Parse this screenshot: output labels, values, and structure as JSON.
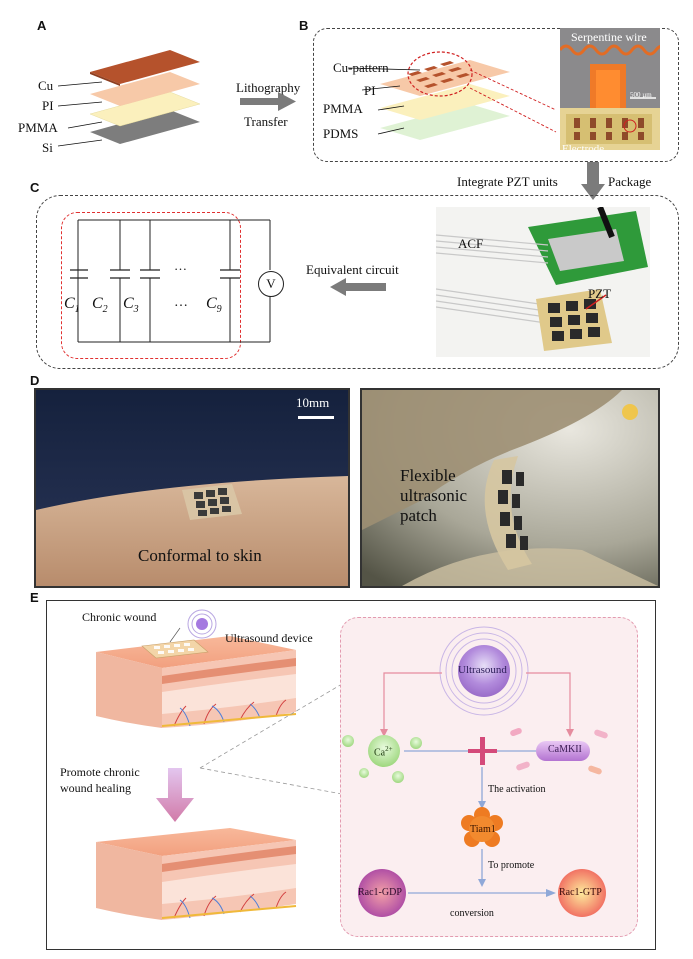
{
  "panels": {
    "a": {
      "letter": "A",
      "layers": [
        "Cu",
        "PI",
        "PMMA",
        "Si"
      ],
      "arrow_top": "Lithography",
      "arrow_bottom": "Transfer"
    },
    "b": {
      "letter": "B",
      "layers": [
        "Cu-pattern",
        "PI",
        "PMMA",
        "PDMS"
      ],
      "serpentine": "Serpentine wire",
      "scale": "500 µm",
      "electrode": "Electrode"
    },
    "step": {
      "integrate": "Integrate PZT units",
      "package": "Package"
    },
    "c": {
      "letter": "C",
      "equivalent": "Equivalent circuit",
      "voltmeter": "V",
      "acf": "ACF",
      "pzt": "PZT",
      "dots": "…",
      "caps": [
        "C",
        "C",
        "C",
        "…",
        "C"
      ],
      "cap_subs": [
        "1",
        "2",
        "3",
        "",
        "9"
      ]
    },
    "d": {
      "letter": "D",
      "scale": "10mm",
      "caption1": "Conformal to skin",
      "caption2_lines": [
        "Flexible",
        "ultrasonic",
        "patch"
      ]
    },
    "e": {
      "letter": "E",
      "chronic_wound": "Chronic wound",
      "ultrasound_device": "Ultrasound device",
      "promote_lines": [
        "Promote  chronic",
        "wound healing"
      ],
      "ultrasound": "Ultrasound",
      "ca": "Ca",
      "ca_sup": "2+",
      "camkii": "CaMKII",
      "activation": "The activation",
      "tiam1": "Tiam1",
      "to_promote": "To promote",
      "rac_gdp": "Rac1-GDP",
      "rac_gtp": "Rac1-GTP",
      "conversion": "conversion"
    }
  },
  "colors": {
    "copper": "#b5522c",
    "pi": "#f7c9a8",
    "pmma": "#fbf0bd",
    "si": "#7d7d7d",
    "pdms": "#dff2d4",
    "pink_bg": "#fbeef0",
    "arrow_blue": "#8fa8d8",
    "pink_arrow": "#e58c9e",
    "tiam": "#ee7b22"
  }
}
